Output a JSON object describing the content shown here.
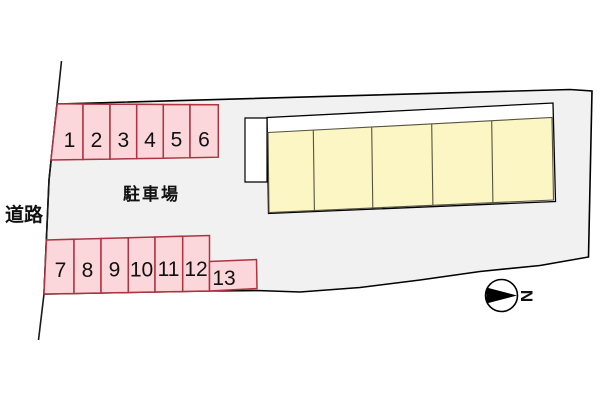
{
  "plan": {
    "road_label": "道路",
    "parking_area_label": "駐車場",
    "compass_label": "N",
    "parking_space_count": 13,
    "building_unit_count": 5
  },
  "spaces": [
    {
      "label": "1"
    },
    {
      "label": "2"
    },
    {
      "label": "3"
    },
    {
      "label": "4"
    },
    {
      "label": "5"
    },
    {
      "label": "6"
    },
    {
      "label": "7"
    },
    {
      "label": "8"
    },
    {
      "label": "9"
    },
    {
      "label": "10"
    },
    {
      "label": "11"
    },
    {
      "label": "12"
    },
    {
      "label": "13"
    }
  ],
  "colors": {
    "site_fill": "#f1f1f2",
    "boundary": "#000000",
    "parking_fill": "#fbd6da",
    "parking_border": "#ad3440",
    "building_fill": "#ffffff",
    "unit_fill": "#fcf5c4",
    "unit_border": "#555440",
    "text": "#111111"
  }
}
